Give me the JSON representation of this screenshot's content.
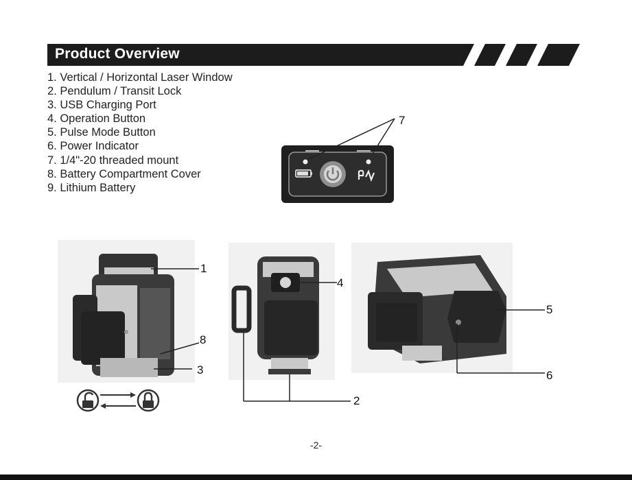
{
  "header": {
    "title": "Product Overview"
  },
  "parts": [
    "1. Vertical / Horizontal Laser Window",
    "2. Pendulum / Transit Lock",
    "3. USB Charging Port",
    "4. Operation Button",
    "5. Pulse Mode Button",
    "6. Power Indicator",
    "7. 1/4\"-20 threaded mount",
    "8. Battery Compartment Cover",
    "9. Lithium Battery"
  ],
  "callouts": {
    "c1": "1",
    "c2": "2",
    "c3": "3",
    "c4": "4",
    "c5": "5",
    "c6": "6",
    "c7": "7",
    "c8": "8"
  },
  "footer": {
    "page_number": "-2-"
  },
  "colors": {
    "banner": "#1c1c1c",
    "illustration_body": "#3a3a3a",
    "illustration_light": "#c9c9c9"
  }
}
